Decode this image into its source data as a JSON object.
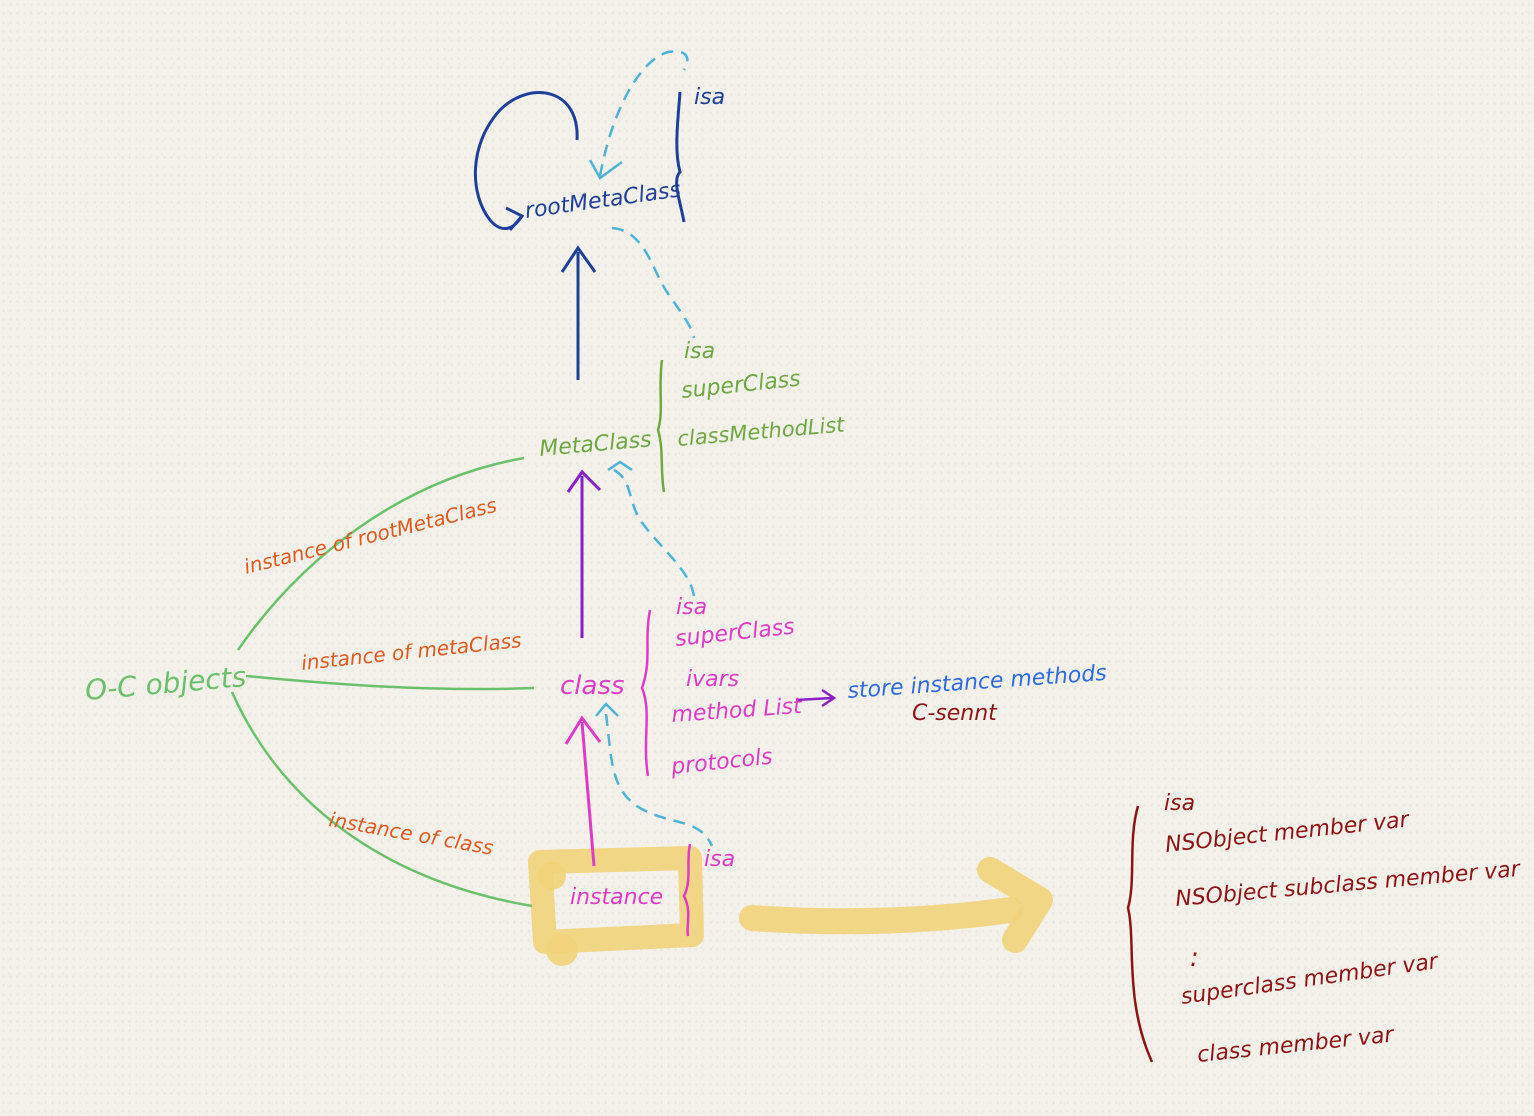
{
  "colors": {
    "blue_dark": "#1f3f9a",
    "blue_light_dashed": "#4fb3d6",
    "green": "#6bc16b",
    "label_green": "#6ea843",
    "orange": "#e05a1f",
    "magenta": "#e03bc7",
    "purple": "#8a1fc7",
    "bright_blue": "#2f6be0",
    "dark_red": "#8e1414",
    "highlight": "#f1d37a"
  },
  "nodes": {
    "root_metaclass": "rootMetaClass",
    "meta_class": "MetaClass",
    "class": "class",
    "instance": "instance",
    "objects": "O-C objects"
  },
  "edge_labels": {
    "instance_of_root_metaclass": "instance of rootMetaClass",
    "instance_of_metaclass": "instance of metaClass",
    "instance_of_class": "instance of class"
  },
  "root_isa": "isa",
  "meta_fields": [
    "isa",
    "superClass",
    "classMethodList"
  ],
  "class_fields": {
    "isa": "isa",
    "superclass": "superClass",
    "ivars": "ivars",
    "method_list": "method List",
    "protocols": "protocols"
  },
  "method_note": {
    "line1": "store instance methods",
    "line2": "C-sennt"
  },
  "instance_isa": "isa",
  "memory_layout": {
    "isa": "isa",
    "nsobject_vars": "NSObject member var",
    "nsobject_subclass_vars": "NSObject subclass member var",
    "dots": ":",
    "superclass_vars": "superclass member var",
    "class_vars": "class member var"
  }
}
